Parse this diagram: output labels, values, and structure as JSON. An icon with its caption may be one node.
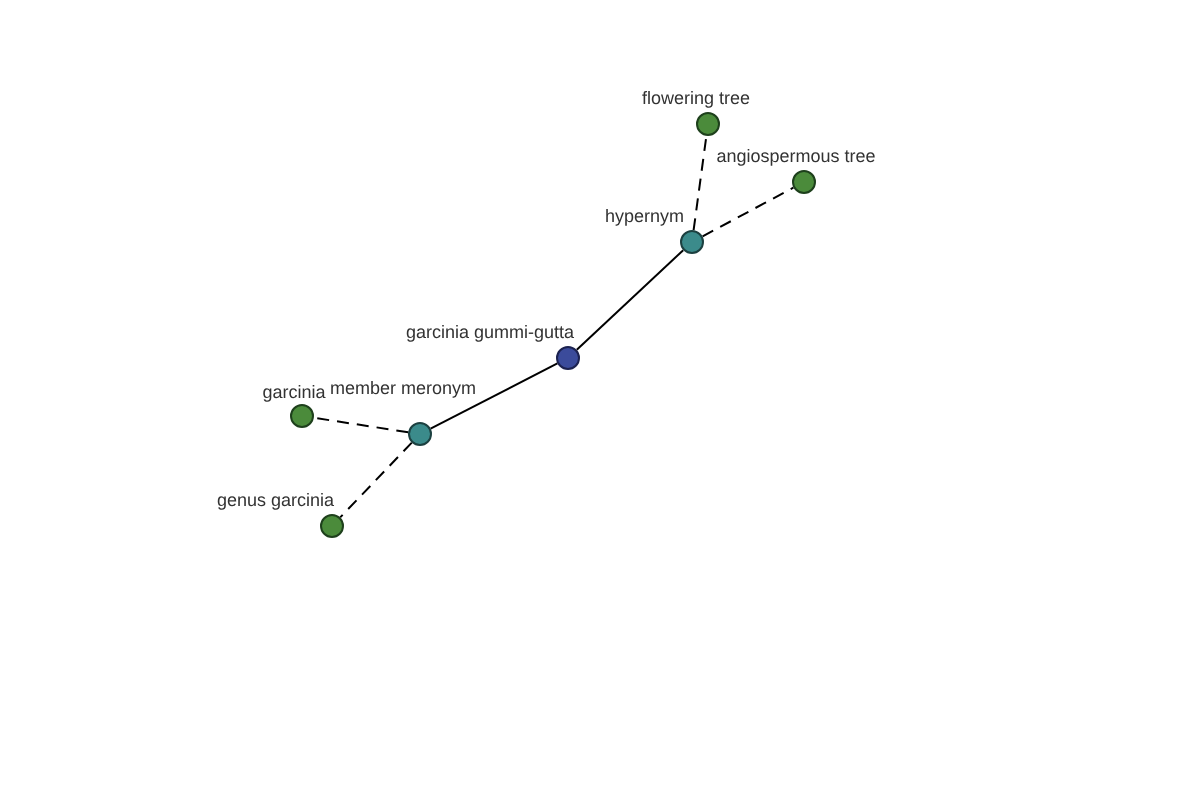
{
  "diagram": {
    "nodes": [
      {
        "text": [
          "flowering tree"
        ]
      },
      {
        "text": [
          "angiospermous tree"
        ]
      },
      {
        "text": [
          "hypernym"
        ]
      },
      {
        "text": [
          "garcinia gummi-gutta"
        ]
      },
      {
        "text": [
          "garcinia"
        ]
      },
      {
        "text": [
          "member meronym"
        ]
      },
      {
        "text": [
          "genus garcinia"
        ]
      }
    ],
    "edges": [
      {
        "from": 2,
        "to": 0,
        "arrow": "none",
        "style": "dashed"
      },
      {
        "from": 2,
        "to": 1,
        "arrow": "none",
        "style": "dashed"
      },
      {
        "from": 3,
        "to": 2,
        "arrow": "none"
      },
      {
        "from": 3,
        "to": 5,
        "arrow": "none"
      },
      {
        "from": 5,
        "to": 4,
        "arrow": "none",
        "style": "dashed"
      },
      {
        "from": 5,
        "to": 6,
        "arrow": "none",
        "style": "dashed"
      }
    ]
  }
}
